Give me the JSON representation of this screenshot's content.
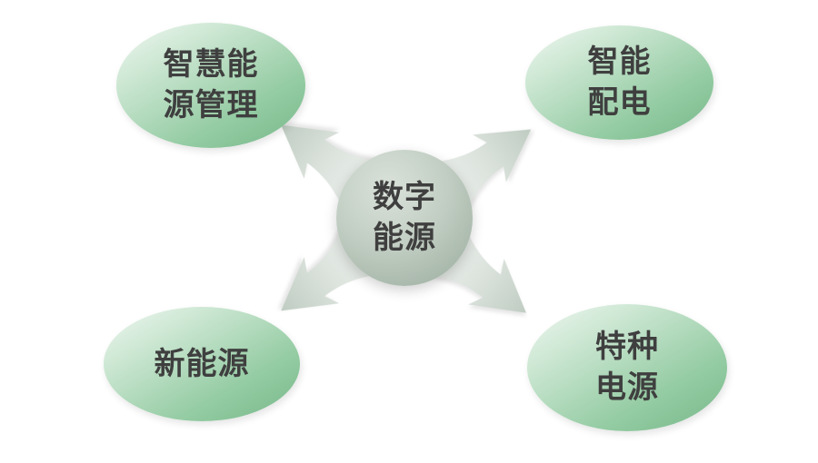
{
  "diagram": {
    "title": "digital-energy-radial-diagram",
    "center": {
      "label": "数字\n能源"
    },
    "nodes": [
      {
        "id": "top-left",
        "label": "智慧能\n源管理"
      },
      {
        "id": "top-right",
        "label": "智能\n配电"
      },
      {
        "id": "bottom-left",
        "label": "新能源"
      },
      {
        "id": "bottom-right",
        "label": "特种\n电源"
      }
    ],
    "colors": {
      "ellipse_light": "#f1f8f2",
      "ellipse_dark": "#77b889",
      "center_light": "#dae2da",
      "center_dark": "#9aac9e",
      "arrow_light": "#f2f4f2",
      "arrow_dark": "#bfccc2",
      "text": "#3f3f3f",
      "background": "#ffffff"
    }
  }
}
